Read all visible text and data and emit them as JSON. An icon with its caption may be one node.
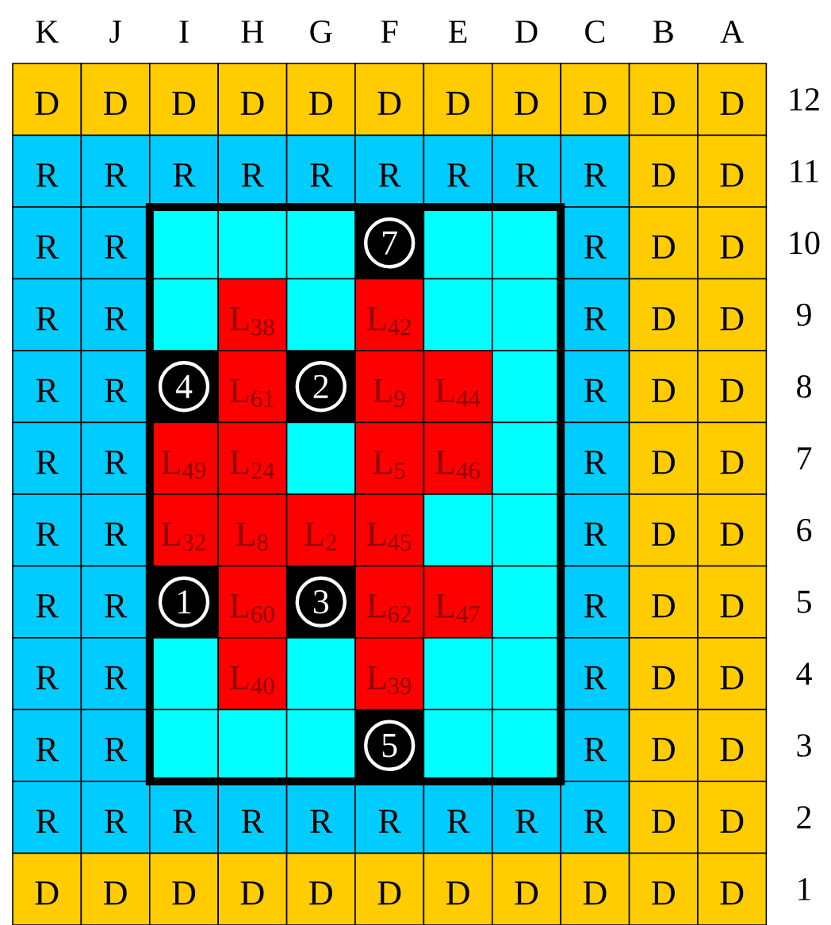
{
  "diagram": {
    "nodes": [
      {
        "text": [
          "D"
        ]
      },
      {
        "text": [
          "D"
        ]
      },
      {
        "text": [
          "D"
        ]
      },
      {
        "text": [
          "D"
        ]
      },
      {
        "text": [
          "D"
        ]
      },
      {
        "text": [
          "D"
        ]
      },
      {
        "text": [
          "D"
        ]
      },
      {
        "text": [
          "D"
        ]
      },
      {
        "text": [
          "D"
        ]
      },
      {
        "text": [
          "D"
        ]
      },
      {
        "text": [
          "D"
        ]
      },
      {
        "text": [
          "R"
        ]
      },
      {
        "text": [
          "R"
        ]
      },
      {
        "text": [
          "R"
        ]
      },
      {
        "text": [
          "R"
        ]
      },
      {
        "text": [
          "R"
        ]
      },
      {
        "text": [
          "R"
        ]
      },
      {
        "text": [
          "R"
        ]
      },
      {
        "text": [
          "R"
        ]
      },
      {
        "text": [
          "R"
        ]
      },
      {
        "text": [
          "D"
        ]
      },
      {
        "text": [
          "D"
        ]
      },
      {
        "text": [
          "R"
        ]
      },
      {
        "text": [
          "R"
        ]
      },
      {
        "text": [],
        "shape": "box"
      },
      {
        "text": [],
        "shape": "box"
      },
      {
        "text": [],
        "shape": "box"
      },
      {
        "text": [
          "7"
        ]
      },
      {
        "text": [],
        "shape": "box"
      },
      {
        "text": [],
        "shape": "box"
      },
      {
        "text": [
          "R"
        ]
      },
      {
        "text": [
          "D"
        ]
      },
      {
        "text": [
          "D"
        ]
      },
      {
        "text": [
          "R"
        ]
      },
      {
        "text": [
          "R"
        ]
      },
      {
        "text": [],
        "shape": "box"
      },
      {
        "text": [
          "L$_{38}$"
        ]
      },
      {
        "text": [],
        "shape": "box"
      },
      {
        "text": [
          "L$_{42}$"
        ]
      },
      {
        "text": [],
        "shape": "box"
      },
      {
        "text": [],
        "shape": "box"
      },
      {
        "text": [
          "R"
        ]
      },
      {
        "text": [
          "D"
        ]
      },
      {
        "text": [
          "D"
        ]
      },
      {
        "text": [
          "R"
        ]
      },
      {
        "text": [
          "R"
        ]
      },
      {
        "text": [
          "4"
        ]
      },
      {
        "text": [
          "L$_{61}$"
        ]
      },
      {
        "text": [
          "2"
        ]
      },
      {
        "text": [
          "L$_{9}$"
        ]
      },
      {
        "text": [
          "L$_{44}$"
        ]
      },
      {
        "text": [],
        "shape": "box"
      },
      {
        "text": [
          "R"
        ]
      },
      {
        "text": [
          "D"
        ]
      },
      {
        "text": [
          "D"
        ]
      },
      {
        "text": [
          "R"
        ]
      },
      {
        "text": [
          "R"
        ]
      },
      {
        "text": [
          "L$_{49}$"
        ]
      },
      {
        "text": [
          "L$_{24}$"
        ]
      },
      {
        "text": [],
        "shape": "box"
      },
      {
        "text": [
          "L$_{5}$"
        ]
      },
      {
        "text": [
          "L$_{46}$"
        ]
      },
      {
        "text": [],
        "shape": "box"
      },
      {
        "text": [
          "R"
        ]
      },
      {
        "text": [
          "D"
        ]
      },
      {
        "text": [
          "D"
        ]
      },
      {
        "text": [
          "R"
        ]
      },
      {
        "text": [
          "R"
        ]
      },
      {
        "text": [
          "L$_{32}$"
        ]
      },
      {
        "text": [
          "L$_{8}$"
        ]
      },
      {
        "text": [
          "L$_{2}$"
        ]
      },
      {
        "text": [
          "L$_{45}$"
        ]
      },
      {
        "text": [],
        "shape": "box"
      },
      {
        "text": [],
        "shape": "box"
      },
      {
        "text": [
          "R"
        ]
      },
      {
        "text": [
          "D"
        ]
      },
      {
        "text": [
          "D"
        ]
      },
      {
        "text": [
          "R"
        ]
      },
      {
        "text": [
          "R"
        ]
      },
      {
        "text": [
          "1"
        ]
      },
      {
        "text": [
          "L$_{60}$"
        ]
      },
      {
        "text": [
          "3"
        ]
      },
      {
        "text": [
          "L$_{62}$"
        ]
      },
      {
        "text": [
          "L$_{47}$"
        ]
      },
      {
        "text": [],
        "shape": "box"
      },
      {
        "text": [
          "R"
        ]
      },
      {
        "text": [
          "D"
        ]
      },
      {
        "text": [
          "D"
        ]
      },
      {
        "text": [
          "R"
        ]
      },
      {
        "text": [
          "R"
        ]
      },
      {
        "text": [],
        "shape": "box"
      },
      {
        "text": [
          "L$_{40}$"
        ]
      },
      {
        "text": [],
        "shape": "box"
      },
      {
        "text": [
          "L$_{39}$"
        ]
      },
      {
        "text": [],
        "shape": "box"
      },
      {
        "text": [],
        "shape": "box"
      },
      {
        "text": [
          "R"
        ]
      },
      {
        "text": [
          "D"
        ]
      },
      {
        "text": [
          "D"
        ]
      },
      {
        "text": [
          "R"
        ]
      },
      {
        "text": [
          "R"
        ]
      },
      {
        "text": [],
        "shape": "box"
      },
      {
        "text": [],
        "shape": "box"
      },
      {
        "text": [],
        "shape": "box"
      },
      {
        "text": [
          "5"
        ]
      },
      {
        "text": [],
        "shape": "box"
      },
      {
        "text": [],
        "shape": "box"
      },
      {
        "text": [
          "R"
        ]
      },
      {
        "text": [
          "D"
        ]
      },
      {
        "text": [
          "D"
        ]
      },
      {
        "text": [
          "R"
        ]
      },
      {
        "text": [
          "R"
        ]
      },
      {
        "text": [
          "R"
        ]
      },
      {
        "text": [
          "R"
        ]
      },
      {
        "text": [
          "R"
        ]
      },
      {
        "text": [
          "R"
        ]
      },
      {
        "text": [
          "R"
        ]
      },
      {
        "text": [
          "R"
        ]
      },
      {
        "text": [
          "R"
        ]
      },
      {
        "text": [
          "D"
        ]
      },
      {
        "text": [
          "D"
        ]
      },
      {
        "text": [
          "D"
        ]
      },
      {
        "text": [
          "D"
        ]
      },
      {
        "text": [
          "D"
        ]
      },
      {
        "text": [
          "D"
        ]
      },
      {
        "text": [
          "D"
        ]
      },
      {
        "text": [
          "D"
        ]
      },
      {
        "text": [
          "D"
        ]
      },
      {
        "text": [
          "D"
        ]
      },
      {
        "text": [
          "D"
        ]
      },
      {
        "text": [
          "D"
        ]
      },
      {
        "text": [
          "D"
        ]
      }
    ],
    "labels": [
      "K",
      "J",
      "I",
      "H",
      "G",
      "F",
      "E",
      "D",
      "C",
      "B",
      "A",
      "12",
      "11",
      "10",
      "9",
      "8",
      "7",
      "6",
      "5",
      "4",
      "3",
      "2",
      "1"
    ]
  }
}
